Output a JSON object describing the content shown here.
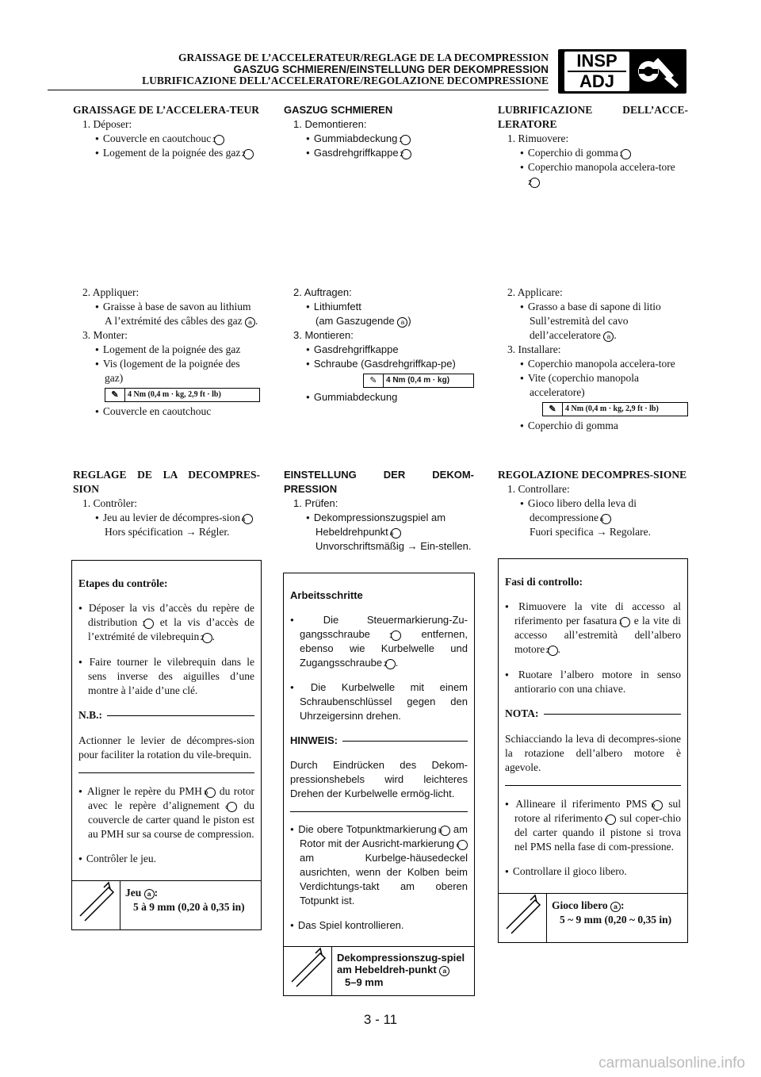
{
  "header": {
    "line1": "GRAISSAGE DE L’ACCELERATEUR/REGLAGE DE LA DECOMPRESSION",
    "line2": "GASZUG SCHMIEREN/EINSTELLUNG DER DEKOMPRESSION",
    "line3": "LUBRIFICAZIONE DELL’ACCELERATORE/REGOLAZIONE DECOMPRESSIONE",
    "badge_top": "INSP",
    "badge_bottom": "ADJ",
    "icon": "wrench-tools-icon"
  },
  "fr": {
    "s1": {
      "title": "GRAISSAGE DE L’ACCELERA-TEUR",
      "step1": "1. Déposer:",
      "b1": "Couvercle en caoutchouc",
      "b1m": "1",
      "b2": "Logement de la poignée des gaz",
      "b2m": "2"
    },
    "s2": {
      "step2": "2. Appliquer:",
      "b1": "Graisse à base de savon au lithium",
      "b1x": "A l’extrémité des câbles des gaz",
      "b1m": "a",
      "step3": "3. Monter:",
      "b2": "Logement de la poignée des gaz",
      "b3": "Vis (logement de la poignée des gaz)",
      "torque": "4 Nm (0,4 m · kg, 2,9 ft · lb)",
      "b4": "Couvercle en caoutchouc"
    },
    "s3": {
      "title": "REGLAGE DE LA DECOMPRES-SION",
      "step1": "1. Contrôler:",
      "b1": "Jeu au levier de décompres-sion",
      "b1m": "a",
      "b1x": "Hors spécification → Régler."
    },
    "box": {
      "title": "Etapes du contrôle:",
      "i1a": "Déposer la vis d’accès du repère de distribution",
      "i1m1": "1",
      "i1b": "et la vis d’accès de l’extrémité de vilebrequin",
      "i1m2": "2",
      "i2": "Faire tourner le vilebrequin dans le sens inverse des aiguilles d’une montre à l’aide d’une clé.",
      "note_label": "N.B.:",
      "note_text": "Actionner le levier de décompres-sion pour faciliter la rotation du vile-brequin.",
      "i3a": "Aligner le repère du PMH",
      "i3m1": "b",
      "i3b": "du rotor avec le repère d’alignement",
      "i3m2": "c",
      "i3c": "du couvercle de carter quand le piston est au PMH sur sa course de compression.",
      "i4": "Contrôler le jeu.",
      "spec_label": "Jeu",
      "spec_m": "a",
      "spec_val": "5 à 9 mm (0,20 à 0,35 in)"
    }
  },
  "de": {
    "s1": {
      "title": "GASZUG SCHMIEREN",
      "step1": "1. Demontieren:",
      "b1": "Gummiabdeckung",
      "b1m": "1",
      "b2": "Gasdrehgriffkappe",
      "b2m": "2"
    },
    "s2": {
      "step2": "2. Auftragen:",
      "b1": "Lithiumfett",
      "b1x": "(am Gaszugende",
      "b1m": "a",
      "step3": "3. Montieren:",
      "b2": "Gasdrehgriffkappe",
      "b3": "Schraube (Gasdrehgriffkap-pe)",
      "torque": "4 Nm (0,4 m · kg)",
      "b4": "Gummiabdeckung"
    },
    "s3": {
      "title": "EINSTELLUNG DER DEKOM-PRESSION",
      "step1": "1. Prüfen:",
      "b1": "Dekompressionszugspiel am Hebeldrehpunkt",
      "b1m": "a",
      "b1x": "Unvorschriftsmäßig → Ein-stellen."
    },
    "box": {
      "title": "Arbeitsschritte",
      "i1a": "Die Steuermarkierung-Zu-gangsschraube",
      "i1m1": "1",
      "i1b": "entfernen, ebenso wie Kurbelwelle und Zugangsschraube",
      "i1m2": "2",
      "i2": "Die Kurbelwelle mit einem Schraubenschlüssel gegen den Uhrzeigersinn drehen.",
      "note_label": "HINWEIS:",
      "note_text": "Durch Eindrücken des Dekom-pressionshebels wird leichteres Drehen der Kurbelwelle ermög-licht.",
      "i3a": "Die obere Totpunktmarkierung",
      "i3m1": "b",
      "i3b": "am Rotor mit der Ausricht-markierung",
      "i3m2": "c",
      "i3c": "am Kurbelge-häusedeckel ausrichten, wenn der Kolben beim Verdichtungs-takt am oberen Totpunkt ist.",
      "i4": "Das Spiel kontrollieren.",
      "spec_label": "Dekompressionszug-spiel am Hebeldreh-punkt",
      "spec_m": "a",
      "spec_val": "5–9 mm"
    }
  },
  "it": {
    "s1": {
      "title": "LUBRIFICAZIONE DELL’ACCE-LERATORE",
      "step1": "1. Rimuovere:",
      "b1": "Coperchio di gomma",
      "b1m": "1",
      "b2": "Coperchio manopola accelera-tore",
      "b2m": "2"
    },
    "s2": {
      "step2": "2. Applicare:",
      "b1": "Grasso a base di sapone di litio",
      "b1x": "Sull’estremità del cavo dell’acceleratore",
      "b1m": "a",
      "step3": "3. Installare:",
      "b2": "Coperchio manopola accelera-tore",
      "b3": "Vite (coperchio manopola acceleratore)",
      "torque": "4 Nm (0,4 m · kg, 2,9 ft · lb)",
      "b4": "Coperchio di gomma"
    },
    "s3": {
      "title": "REGOLAZIONE DECOMPRES-SIONE",
      "step1": "1. Controllare:",
      "b1": "Gioco libero della leva di decompressione",
      "b1m": "a",
      "b1x": "Fuori specifica → Regolare."
    },
    "box": {
      "title": "Fasi di controllo:",
      "i1a": "Rimuovere la vite di accesso al riferimento per fasatura",
      "i1m1": "1",
      "i1b": "e la vite di accesso all’estremità dell’albero motore",
      "i1m2": "2",
      "i2": "Ruotare l’albero motore in senso antiorario con una chiave.",
      "note_label": "NOTA:",
      "note_text": "Schiacciando la leva di decompres-sione la rotazione dell’albero motore è agevole.",
      "i3a": "Allineare il riferimento PMS",
      "i3m1": "b",
      "i3b": "sul rotore al riferimento",
      "i3m2": "c",
      "i3c": "sul coper-chio del carter quando il pistone si trova nel PMS nella fase di com-pressione.",
      "i4": "Controllare il gioco libero.",
      "spec_label": "Gioco libero",
      "spec_m": "a",
      "spec_val": "5 ~ 9 mm (0,20 ~ 0,35 in)"
    }
  },
  "page_number": "3 - 11",
  "watermark": "carmanualsonline.info"
}
